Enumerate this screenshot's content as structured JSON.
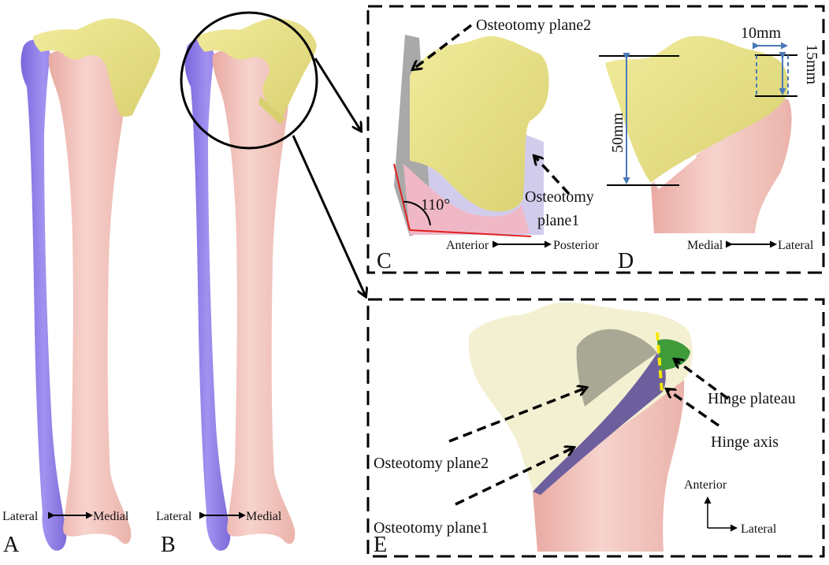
{
  "panels": {
    "a": {
      "letter": "A",
      "lateral": "Lateral",
      "medial": "Medial"
    },
    "b": {
      "letter": "B",
      "lateral": "Lateral",
      "medial": "Medial"
    },
    "c": {
      "letter": "C",
      "plane2": "Osteotomy plane2",
      "plane1_line1": "Osteotomy",
      "plane1_line2": "plane1",
      "angle": "110°",
      "anterior": "Anterior",
      "posterior": "Posterior"
    },
    "d": {
      "letter": "D",
      "height": "50mm",
      "width": "10mm",
      "depth": "15mm",
      "medial": "Medial",
      "lateral": "Lateral"
    },
    "e": {
      "letter": "E",
      "plane2": "Osteotomy plane2",
      "plane1": "Osteotomy plane1",
      "hinge_plateau": "Hinge plateau",
      "hinge_axis": "Hinge axis",
      "anterior": "Anterior",
      "lateral": "Lateral"
    }
  },
  "colors": {
    "tibia_pink": "#f3c4bc",
    "plateau_yellow": "#e8e28a",
    "fibula_purple": "#8d7ae6",
    "plane_lavender": "#c9c2e8",
    "plane_gray": "#a9a9a9",
    "plane_dark": "#6d5f9e",
    "hinge_green": "#3f9a3a",
    "axis_yellow": "#f4e800",
    "angle_red": "#e02020",
    "dim_blue": "#4a7ab8",
    "pale_bone": "#f3f0d2"
  }
}
